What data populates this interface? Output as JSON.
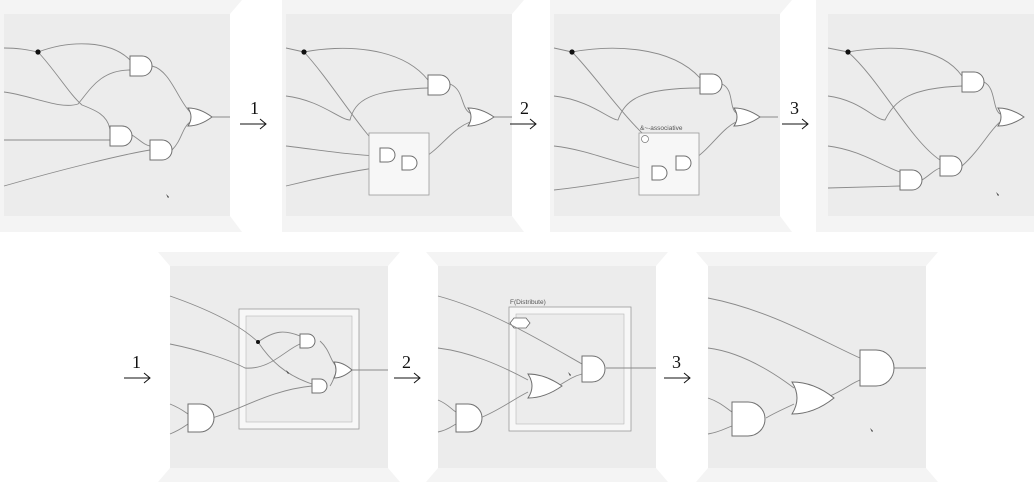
{
  "row1": {
    "arrows": [
      "1",
      "2",
      "3"
    ],
    "frame_labels": [
      "",
      "&~-associative",
      ""
    ]
  },
  "row2": {
    "arrows": [
      "1",
      "2",
      "3"
    ],
    "frame_labels": [
      "",
      "F(Distribute)",
      ""
    ]
  },
  "colors": {
    "panel": "#ececec",
    "wire": "#8a8a8a",
    "gate_fill": "#ffffff",
    "gate_stroke": "#6f6f6f"
  }
}
